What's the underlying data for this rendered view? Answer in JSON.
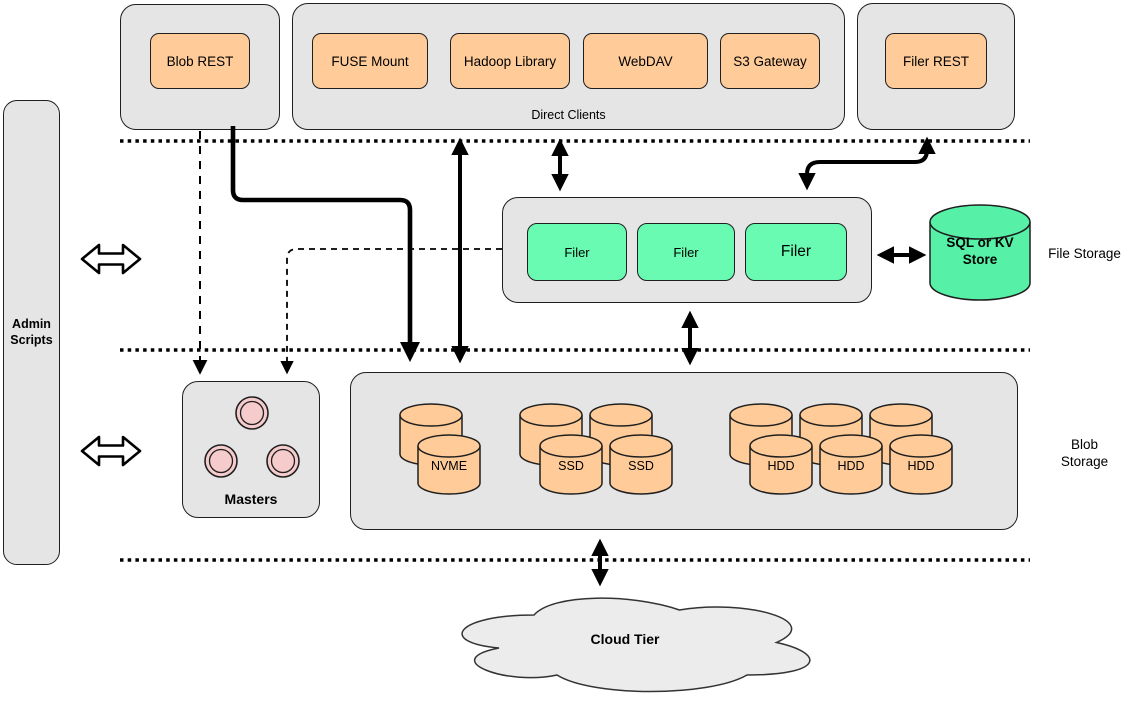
{
  "colors": {
    "orange": "#FFCC99",
    "green": "#69FBB1",
    "green_dark": "#57F0A7",
    "gray": "#E5E5E5",
    "pink": "#F6CBCB"
  },
  "admin": {
    "label": "Admin Scripts"
  },
  "top_row": {
    "blob_rest": "Blob REST",
    "direct_clients": {
      "label": "Direct Clients",
      "clients": [
        "FUSE Mount",
        "Hadoop Library",
        "WebDAV",
        "S3 Gateway"
      ]
    },
    "filer_rest": "Filer REST"
  },
  "file_storage": {
    "section_label": "File Storage",
    "filers": [
      "Filer",
      "Filer",
      "Filer"
    ],
    "kv_store": "SQL or KV Store"
  },
  "blob_storage": {
    "section_label": "Blob Storage",
    "masters": "Masters",
    "volumes": [
      "NVME",
      "SSD",
      "SSD",
      "HDD",
      "HDD",
      "HDD"
    ]
  },
  "cloud": {
    "label": "Cloud Tier"
  }
}
